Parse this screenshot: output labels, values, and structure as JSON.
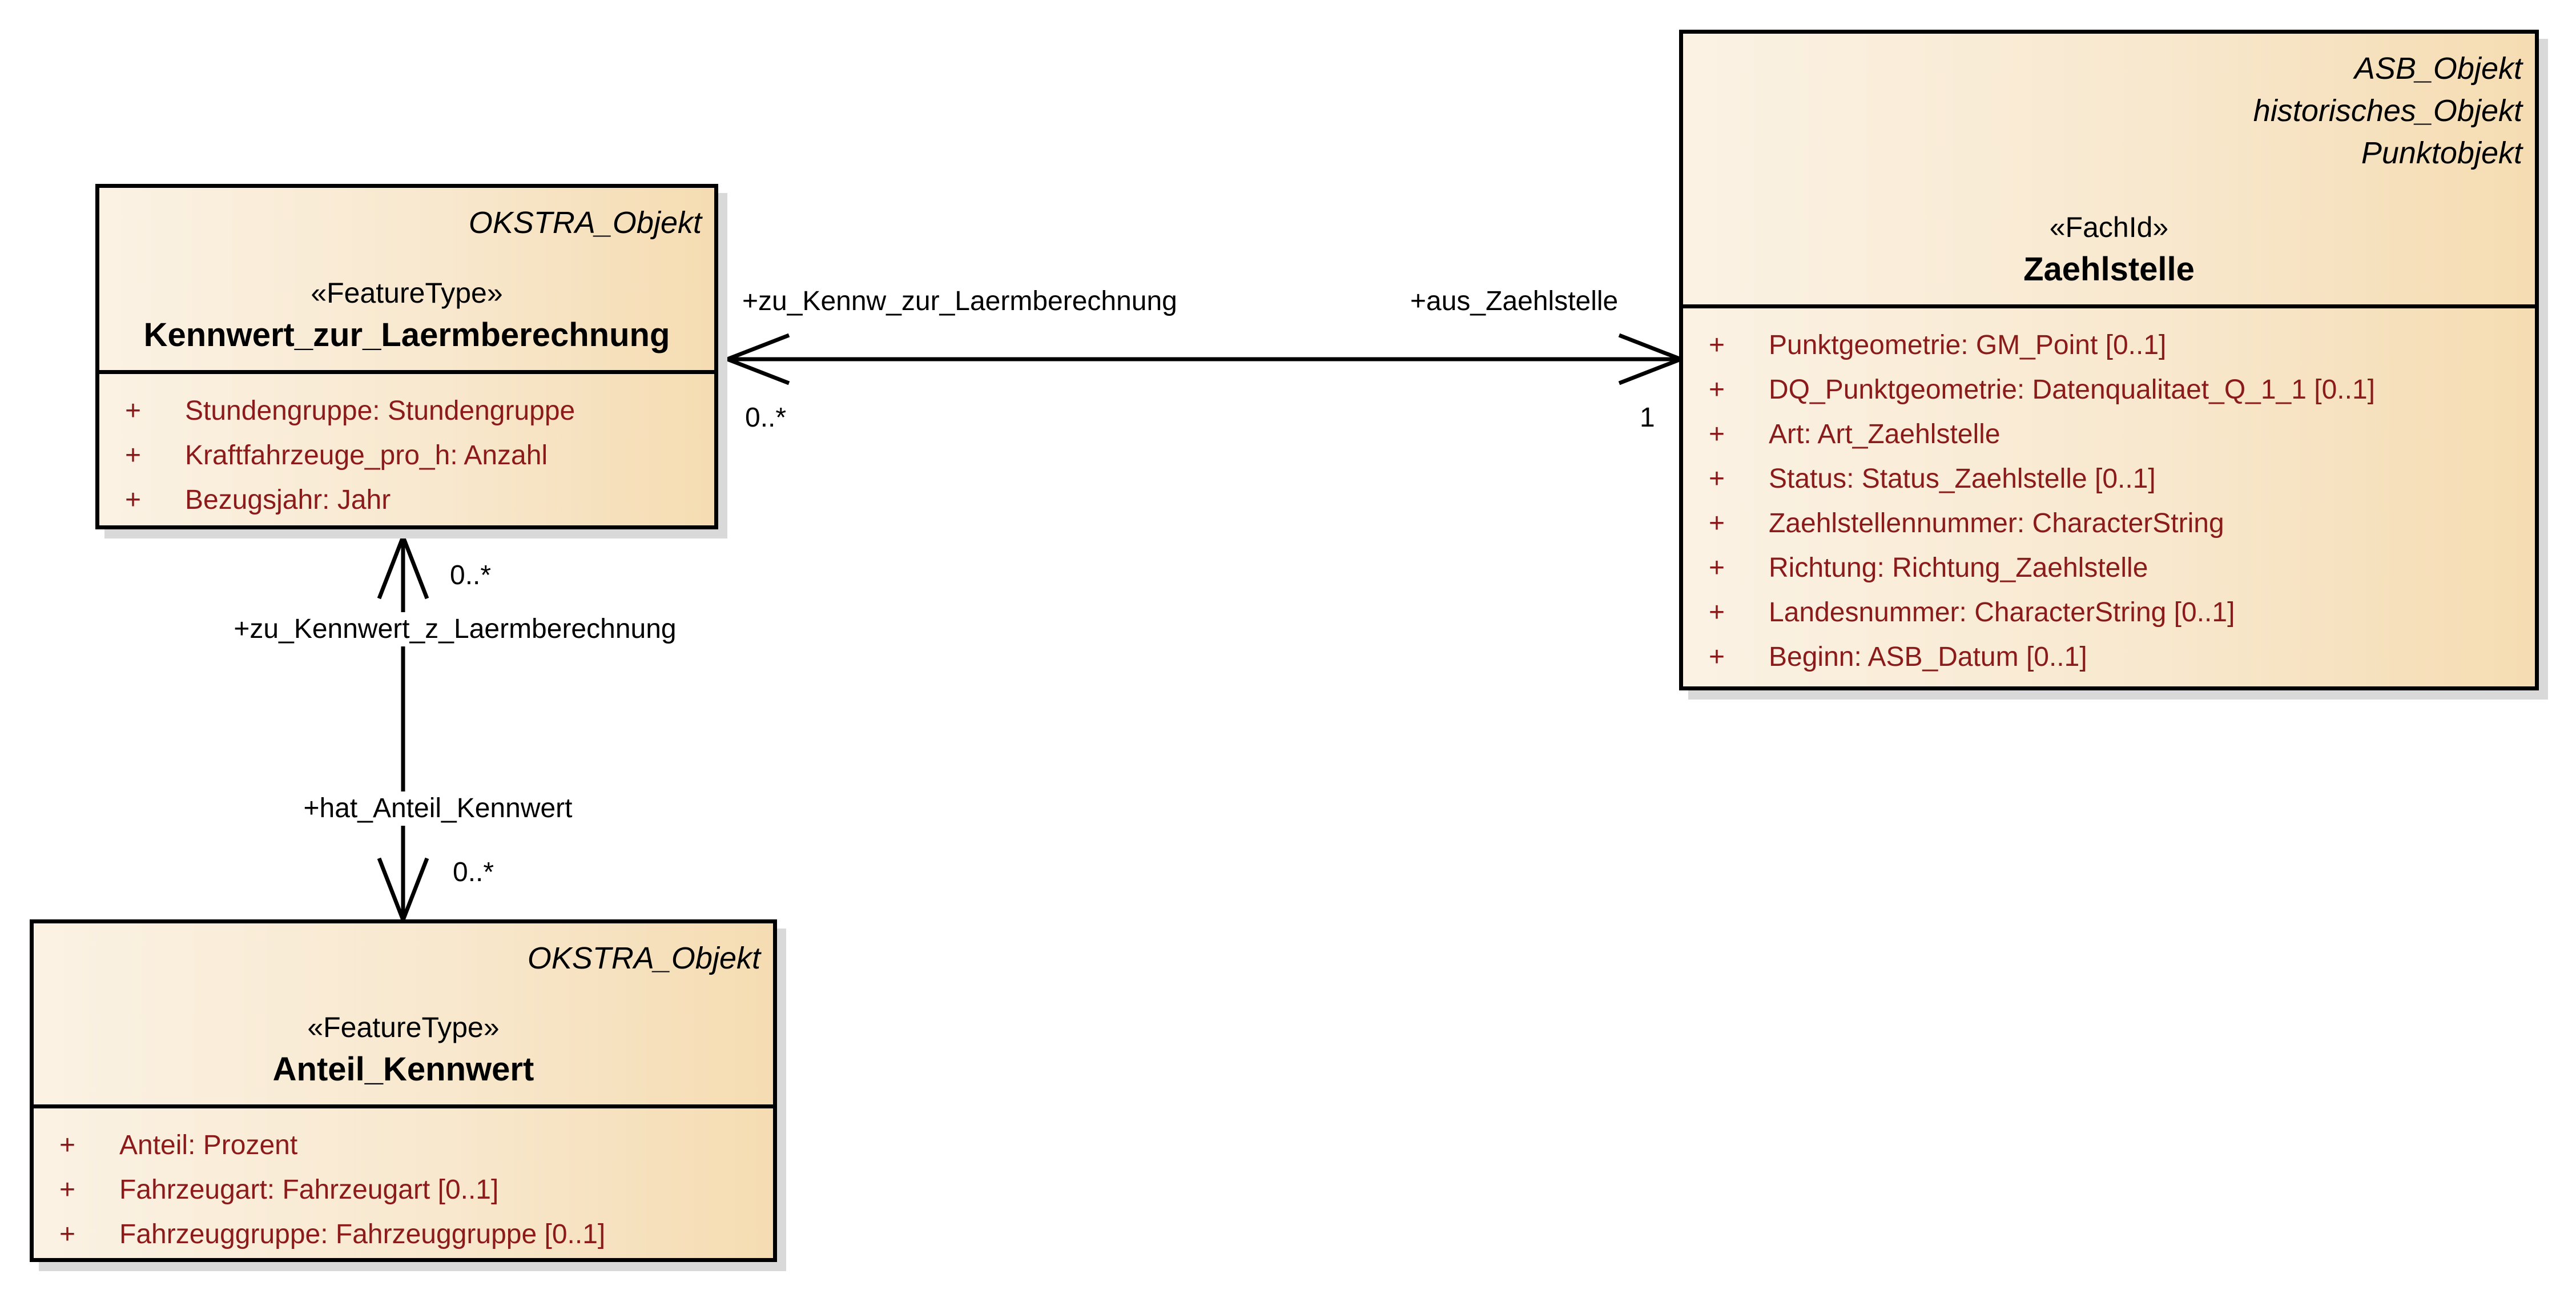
{
  "colors": {
    "box_gradient_start": "#FBF2E4",
    "box_gradient_end": "#F5DCB2",
    "box_border": "#000000",
    "attribute_text": "#8B1A1A",
    "shadow": "#D9D9D9",
    "background": "#FFFFFF",
    "connector": "#000000"
  },
  "classes": {
    "kennwert": {
      "supertypes": [
        "OKSTRA_Objekt"
      ],
      "stereotype": "«FeatureType»",
      "name": "Kennwert_zur_Laermberechnung",
      "attributes": [
        {
          "visibility": "+",
          "text": "Stundengruppe: Stundengruppe"
        },
        {
          "visibility": "+",
          "text": "Kraftfahrzeuge_pro_h: Anzahl"
        },
        {
          "visibility": "+",
          "text": "Bezugsjahr: Jahr"
        }
      ]
    },
    "zaehlstelle": {
      "supertypes": [
        "ASB_Objekt",
        "historisches_Objekt",
        "Punktobjekt"
      ],
      "stereotype": "«FachId»",
      "name": "Zaehlstelle",
      "attributes": [
        {
          "visibility": "+",
          "text": "Punktgeometrie: GM_Point [0..1]"
        },
        {
          "visibility": "+",
          "text": "DQ_Punktgeometrie: Datenqualitaet_Q_1_1 [0..1]"
        },
        {
          "visibility": "+",
          "text": "Art: Art_Zaehlstelle"
        },
        {
          "visibility": "+",
          "text": "Status: Status_Zaehlstelle [0..1]"
        },
        {
          "visibility": "+",
          "text": "Zaehlstellennummer: CharacterString"
        },
        {
          "visibility": "+",
          "text": "Richtung: Richtung_Zaehlstelle"
        },
        {
          "visibility": "+",
          "text": "Landesnummer: CharacterString [0..1]"
        },
        {
          "visibility": "+",
          "text": "Beginn: ASB_Datum [0..1]"
        }
      ]
    },
    "anteil": {
      "supertypes": [
        "OKSTRA_Objekt"
      ],
      "stereotype": "«FeatureType»",
      "name": "Anteil_Kennwert",
      "attributes": [
        {
          "visibility": "+",
          "text": "Anteil: Prozent"
        },
        {
          "visibility": "+",
          "text": "Fahrzeugart: Fahrzeugart [0..1]"
        },
        {
          "visibility": "+",
          "text": "Fahrzeuggruppe: Fahrzeuggruppe [0..1]"
        }
      ]
    }
  },
  "associations": {
    "kennwert_zaehlstelle": {
      "role_left": "+zu_Kennw_zur_Laermberechnung",
      "mult_left": "0..*",
      "role_right": "+aus_Zaehlstelle",
      "mult_right": "1"
    },
    "kennwert_anteil": {
      "mult_top": "0..*",
      "role_top": "+zu_Kennwert_z_Laermberechnung",
      "role_bottom": "+hat_Anteil_Kennwert",
      "mult_bottom": "0..*"
    }
  }
}
